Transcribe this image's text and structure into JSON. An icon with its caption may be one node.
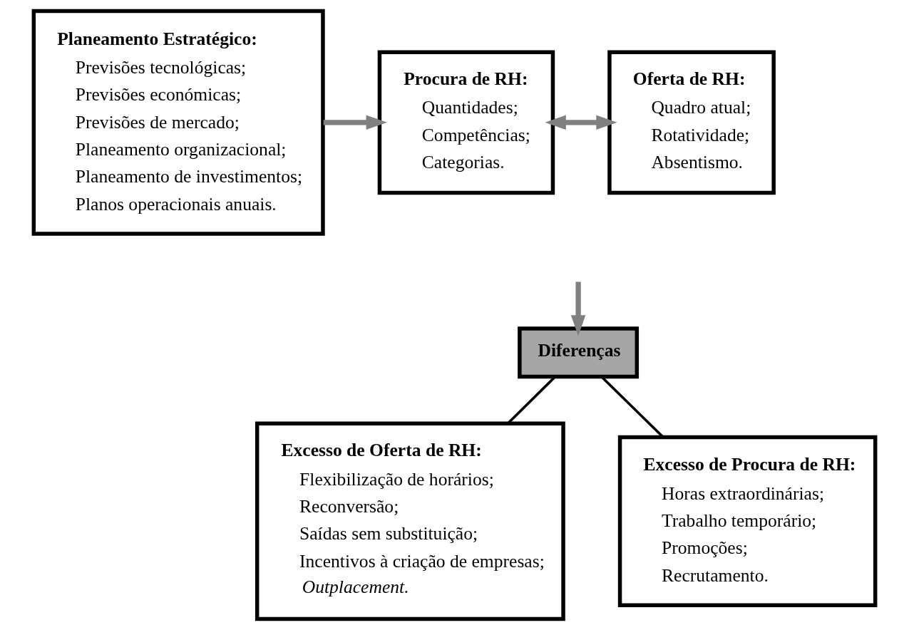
{
  "diagram": {
    "nodes": [
      {
        "text": [
          "Planeamento Estratégico:",
          "Previsões tecnológicas;",
          "Previsões económicas;",
          "Previsões de mercado;",
          "Planeamento organizacional;",
          "Planeamento de investimentos;",
          "Planos operacionais anuais."
        ]
      },
      {
        "text": [
          "Procura de RH:",
          "Quantidades;",
          "Competências;",
          "Categorias."
        ]
      },
      {
        "text": [
          "Oferta de RH:",
          "Quadro atual;",
          "Rotatividade;",
          "Absentismo."
        ]
      },
      {
        "text": [
          "Diferenças"
        ]
      },
      {
        "text": [
          "Excesso de Oferta de RH:",
          "Flexibilização de horários;",
          "Reconversão;",
          "Saídas sem substituição;",
          "Incentivos à criação de empresas;",
          "*Outplacement.*"
        ]
      },
      {
        "text": [
          "Excesso de Procura de RH:",
          "Horas extraordinárias;",
          "Trabalho temporário;",
          "Promoções;",
          "Recrutamento."
        ]
      }
    ],
    "edges": [
      {
        "from": 0,
        "to": 1,
        "arrow": "to"
      },
      {
        "from": 1,
        "to": 2,
        "arrow": "both"
      },
      {
        "from": null,
        "to": 3,
        "arrow": "to"
      },
      {
        "from": 3,
        "to": 4,
        "arrow": "none",
        "color": "#000000"
      },
      {
        "from": 3,
        "to": 5,
        "arrow": "none",
        "color": "#000000"
      }
    ]
  }
}
